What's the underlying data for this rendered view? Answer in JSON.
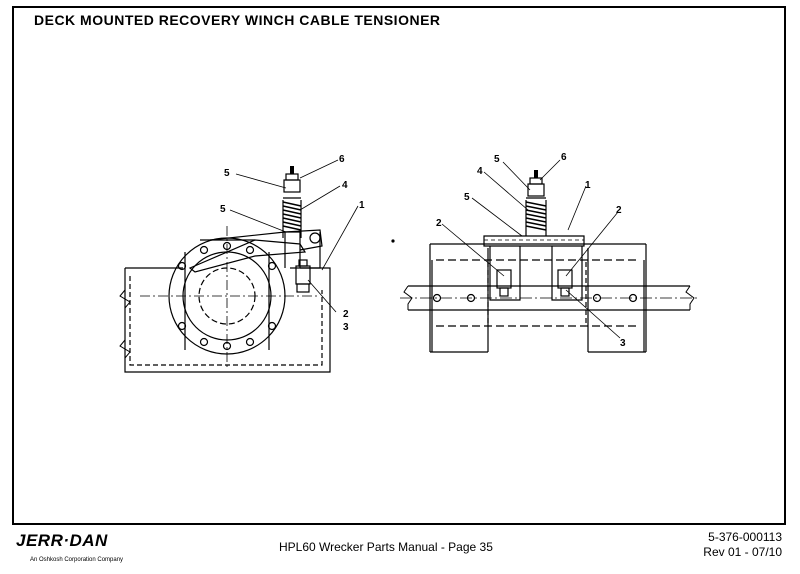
{
  "title": "DECK MOUNTED RECOVERY WINCH CABLE TENSIONER",
  "callouts": {
    "left": [
      "5",
      "6",
      "4",
      "5",
      "1",
      "2",
      "3"
    ],
    "right": [
      "5",
      "6",
      "4",
      "1",
      "5",
      "2",
      "2",
      "3"
    ]
  },
  "footer": {
    "brand": "JERR·DAN",
    "brand_sub": "An Oshkosh Corporation Company",
    "manual": "HPL60 Wrecker Parts Manual  -  Page 35",
    "doc_number": "5-376-000113",
    "revision": "Rev 01 - 07/10"
  }
}
